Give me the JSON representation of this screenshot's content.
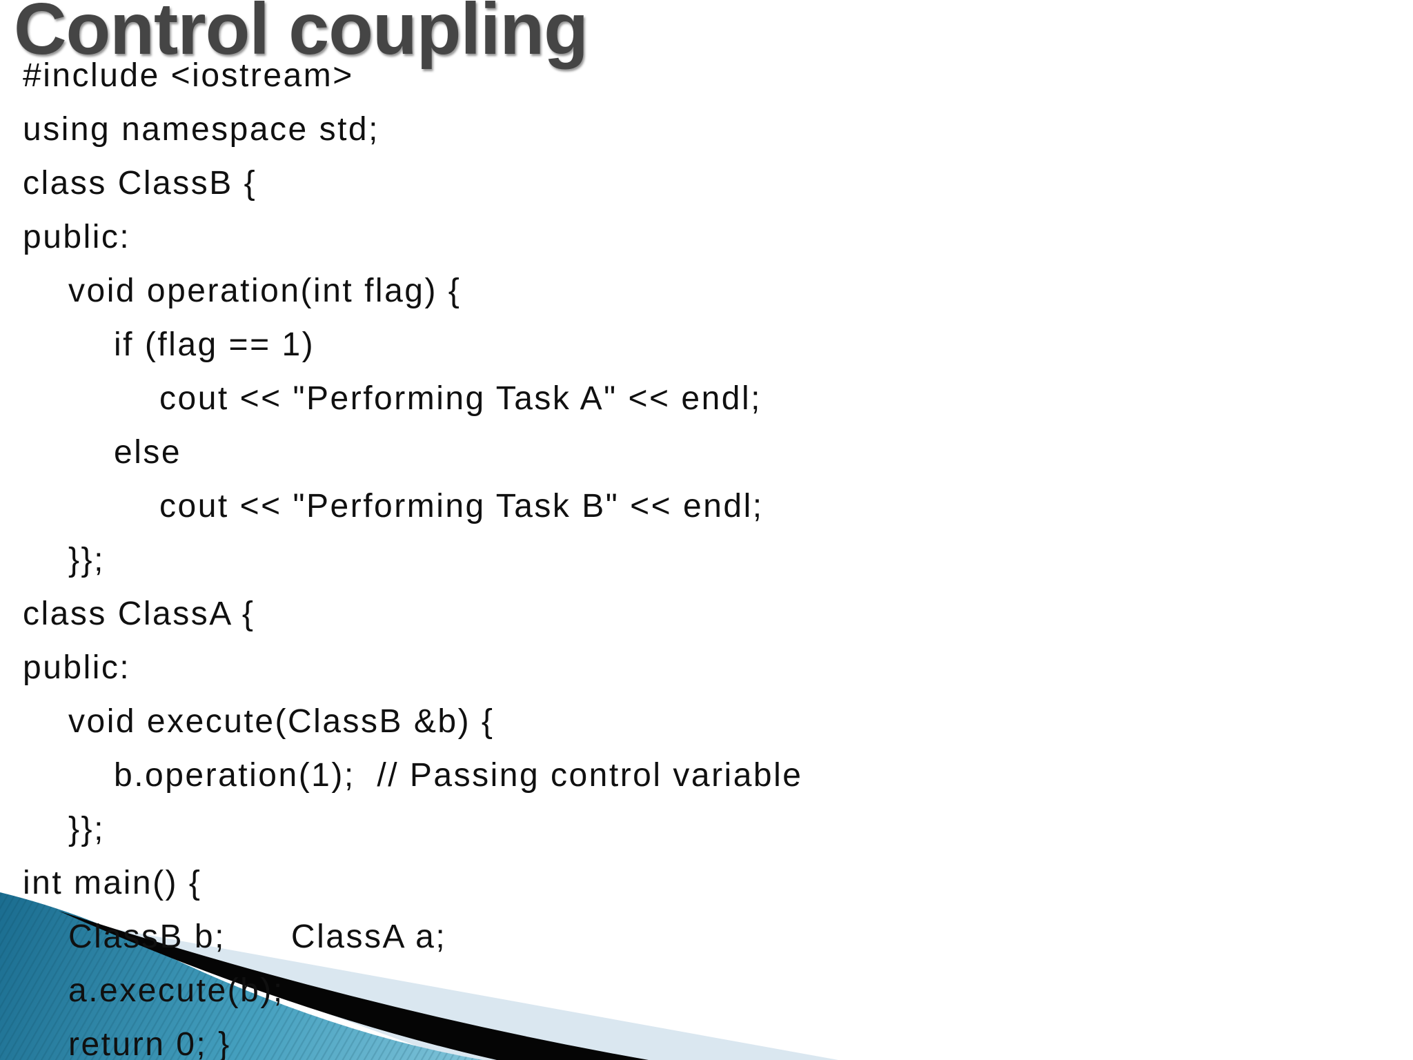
{
  "slide": {
    "title": "Control coupling"
  },
  "code": {
    "lines": [
      {
        "indent": 0,
        "text": "#include <iostream>"
      },
      {
        "indent": 0,
        "text": "using namespace std;"
      },
      {
        "indent": 0,
        "text": "class ClassB {"
      },
      {
        "indent": 0,
        "text": "public:"
      },
      {
        "indent": 1,
        "text": "void operation(int flag) {"
      },
      {
        "indent": 2,
        "text": "if (flag == 1)"
      },
      {
        "indent": 3,
        "text": "cout << \"Performing Task A\" << endl;"
      },
      {
        "indent": 2,
        "text": "else"
      },
      {
        "indent": 3,
        "text": "cout << \"Performing Task B\" << endl;"
      },
      {
        "indent": 1,
        "text": "}};"
      },
      {
        "indent": 0,
        "text": "class ClassA {"
      },
      {
        "indent": 0,
        "text": "public:"
      },
      {
        "indent": 1,
        "text": "void execute(ClassB &b) {"
      },
      {
        "indent": 2,
        "text": "b.operation(1);  // Passing control variable"
      },
      {
        "indent": 1,
        "text": "}};"
      },
      {
        "indent": 0,
        "text": "int main() {"
      },
      {
        "indent": 1,
        "text": "ClassB b;      ClassA a;"
      },
      {
        "indent": 1,
        "text": "a.execute(b);"
      },
      {
        "indent": 1,
        "text": "return 0; }"
      }
    ]
  },
  "decoration": {
    "teal_dark": "#1a6c8f",
    "teal_mid": "#45a0bf",
    "teal_light": "#90cde0",
    "pinstripe": "rgba(8,60,80,0.16)",
    "pale_blue": "#dae7f0",
    "ribbon_black": "#050505"
  }
}
